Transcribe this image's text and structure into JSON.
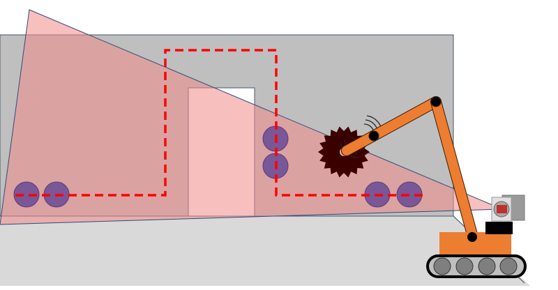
{
  "colors": {
    "wall": "#bfbfbf",
    "floor": "#d9d9d9",
    "door": "#ffffff",
    "field_of_view": "#f4a0a0",
    "path": "#ff0000",
    "targets": "#7a4f96",
    "saw": "#3a0000",
    "excavator": "#ed7d31",
    "track": "#000000",
    "wheel": "#7f7f7f",
    "camera": "#cccccc"
  },
  "icons": [
    "wall",
    "door",
    "camera-field-of-view",
    "dashed-path",
    "target-circle",
    "saw-blade",
    "excavator-arm",
    "camera"
  ]
}
